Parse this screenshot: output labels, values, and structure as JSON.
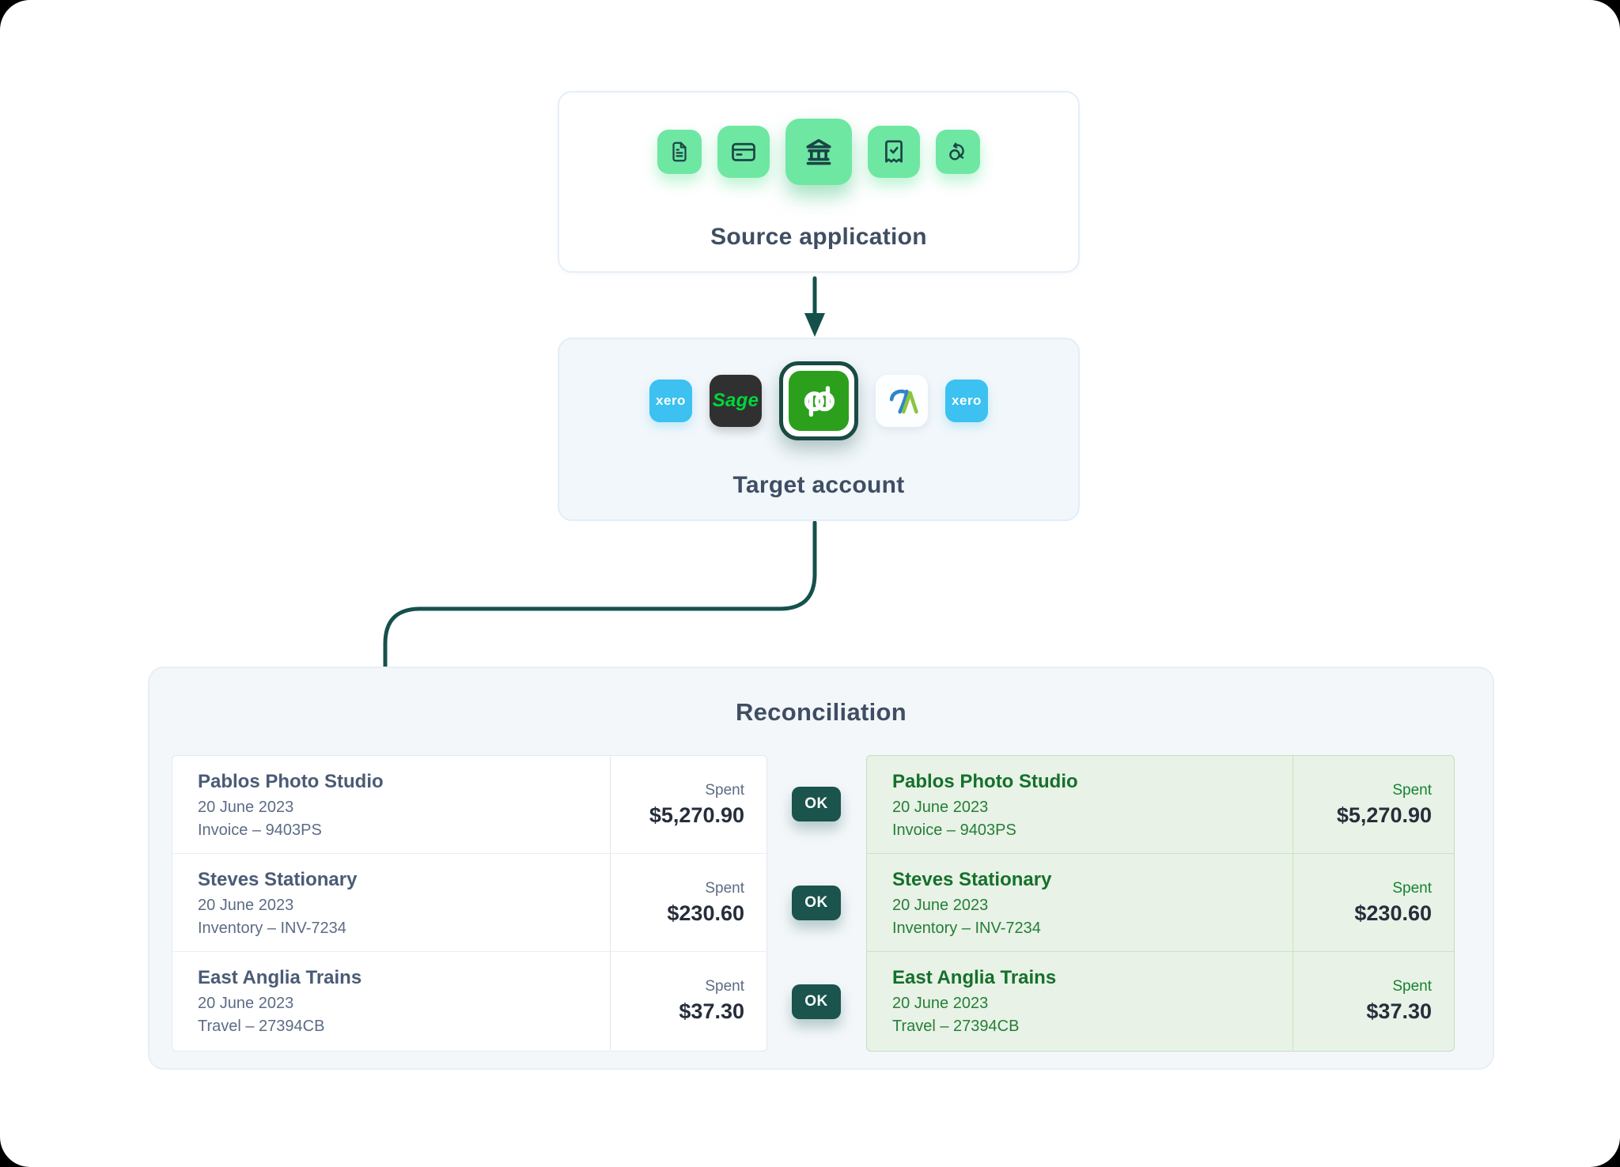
{
  "source_application": {
    "title": "Source application",
    "icons": [
      {
        "name": "file-document-icon"
      },
      {
        "name": "credit-card-icon"
      },
      {
        "name": "bank-icon",
        "highlighted": true
      },
      {
        "name": "receipt-check-icon"
      },
      {
        "name": "sync-icon"
      }
    ]
  },
  "target_account": {
    "title": "Target account",
    "apps": [
      {
        "name": "xero",
        "label": "xero"
      },
      {
        "name": "sage",
        "label": "Sage"
      },
      {
        "name": "quickbooks",
        "label": "qb",
        "selected": true
      },
      {
        "name": "freeagent",
        "label": ""
      },
      {
        "name": "xero",
        "label": "xero"
      }
    ]
  },
  "reconciliation": {
    "title": "Reconciliation",
    "spent_label": "Spent",
    "ok_label": "OK",
    "source_rows": [
      {
        "name": "Pablos Photo Studio",
        "date": "20 June 2023",
        "reference": "Invoice – 9403PS",
        "amount": "$5,270.90"
      },
      {
        "name": "Steves Stationary",
        "date": "20 June 2023",
        "reference": "Inventory – INV-7234",
        "amount": "$230.60"
      },
      {
        "name": "East Anglia Trains",
        "date": "20 June 2023",
        "reference": "Travel – 27394CB",
        "amount": "$37.30"
      }
    ],
    "matched_rows": [
      {
        "name": "Pablos Photo Studio",
        "date": "20 June 2023",
        "reference": "Invoice – 9403PS",
        "amount": "$5,270.90"
      },
      {
        "name": "Steves Stationary",
        "date": "20 June 2023",
        "reference": "Inventory – INV-7234",
        "amount": "$230.60"
      },
      {
        "name": "East Anglia Trains",
        "date": "20 June 2023",
        "reference": "Travel – 27394CB",
        "amount": "$37.30"
      }
    ]
  },
  "colors": {
    "tile_green": "#6EE7A2",
    "icon_stroke": "#1C4547",
    "arrow": "#15514B",
    "ok_button": "#1A544C",
    "xero_blue": "#3CC1F0",
    "sage_dark": "#303030",
    "sage_green": "#00D63A",
    "quickbooks_green": "#2CA01C",
    "freeagent_blue": "#2F86C9",
    "freeagent_green": "#8BC540",
    "matched_bg": "#E8F2E6",
    "matched_border": "#C2DFBC",
    "matched_text": "#15702B",
    "heading_text": "#3F4E63",
    "amount_text": "#262E3B"
  }
}
